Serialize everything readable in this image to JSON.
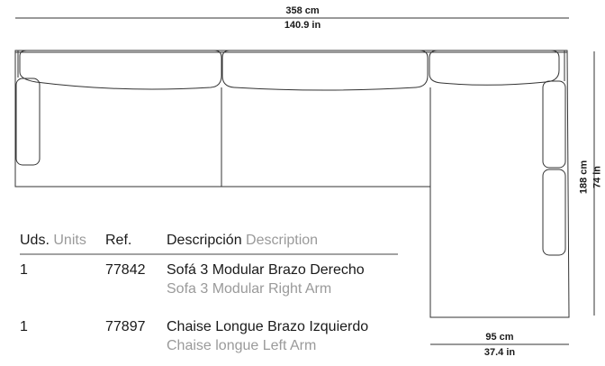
{
  "dimensions": {
    "width_cm": "358 cm",
    "width_in": "140.9 in",
    "depth_cm": "188 cm",
    "depth_in": "74 in",
    "chaise_cm": "95 cm",
    "chaise_in": "37.4 in"
  },
  "table": {
    "headers": {
      "units_es": "Uds.",
      "units_en": "Units",
      "ref": "Ref.",
      "desc_es": "Descripción",
      "desc_en": "Description"
    },
    "rows": [
      {
        "units": "1",
        "ref": "77842",
        "desc_es": "Sofá 3 Modular Brazo Derecho",
        "desc_en": "Sofa 3 Modular Right Arm"
      },
      {
        "units": "1",
        "ref": "77897",
        "desc_es": "Chaise Longue Brazo Izquierdo",
        "desc_en": "Chaise longue Left Arm"
      }
    ]
  },
  "colors": {
    "line": "#333333",
    "text": "#1a1a1a",
    "secondary": "#9a9a9a"
  }
}
